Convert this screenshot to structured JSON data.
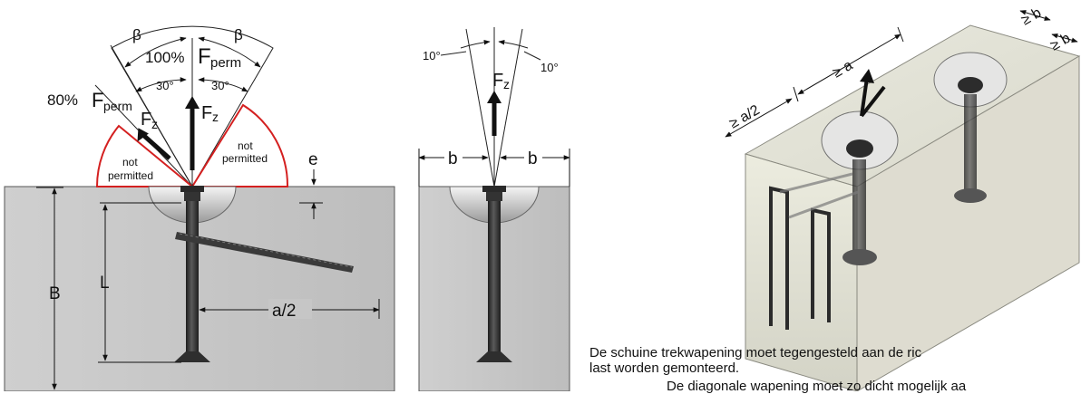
{
  "labels": {
    "beta_left": "β",
    "beta_right": "β",
    "pct_100": "100%",
    "f_perm_main": "F",
    "perm_sub": "perm",
    "pct_80": "80%",
    "f_perm_side": "F",
    "perm_sub_side": "perm",
    "angle_30_left": "30°",
    "angle_30_right": "30°",
    "fz_vertical": "F",
    "fz_inclined": "F",
    "z_sub": "z",
    "not_permitted_left_1": "not",
    "not_permitted_left_2": "permitted",
    "not_permitted_right_1": "not",
    "not_permitted_right_2": "permitted",
    "e": "e",
    "B": "B",
    "L": "L",
    "a_half": "a/2",
    "angle_10_left": "10°",
    "angle_10_right": "10°",
    "fz_mid": "F",
    "b_left": "b",
    "b_right": "b",
    "iso_a": "≥ a",
    "iso_a_half": "≥ a/2",
    "iso_b1": "≥ b",
    "iso_b2": "≥ b"
  },
  "caption": {
    "line1": "De schuine trekwapening moet tegengesteld aan de ric",
    "line2": "last worden gemonteerd.",
    "line3": "De diagonale wapening moet zo dicht mogelijk aa"
  },
  "colors": {
    "concrete": "#c8c8c8",
    "not_permitted_outline": "#d42020",
    "block_face": "#e4e4d8",
    "anchor": "#3a3a3a"
  }
}
